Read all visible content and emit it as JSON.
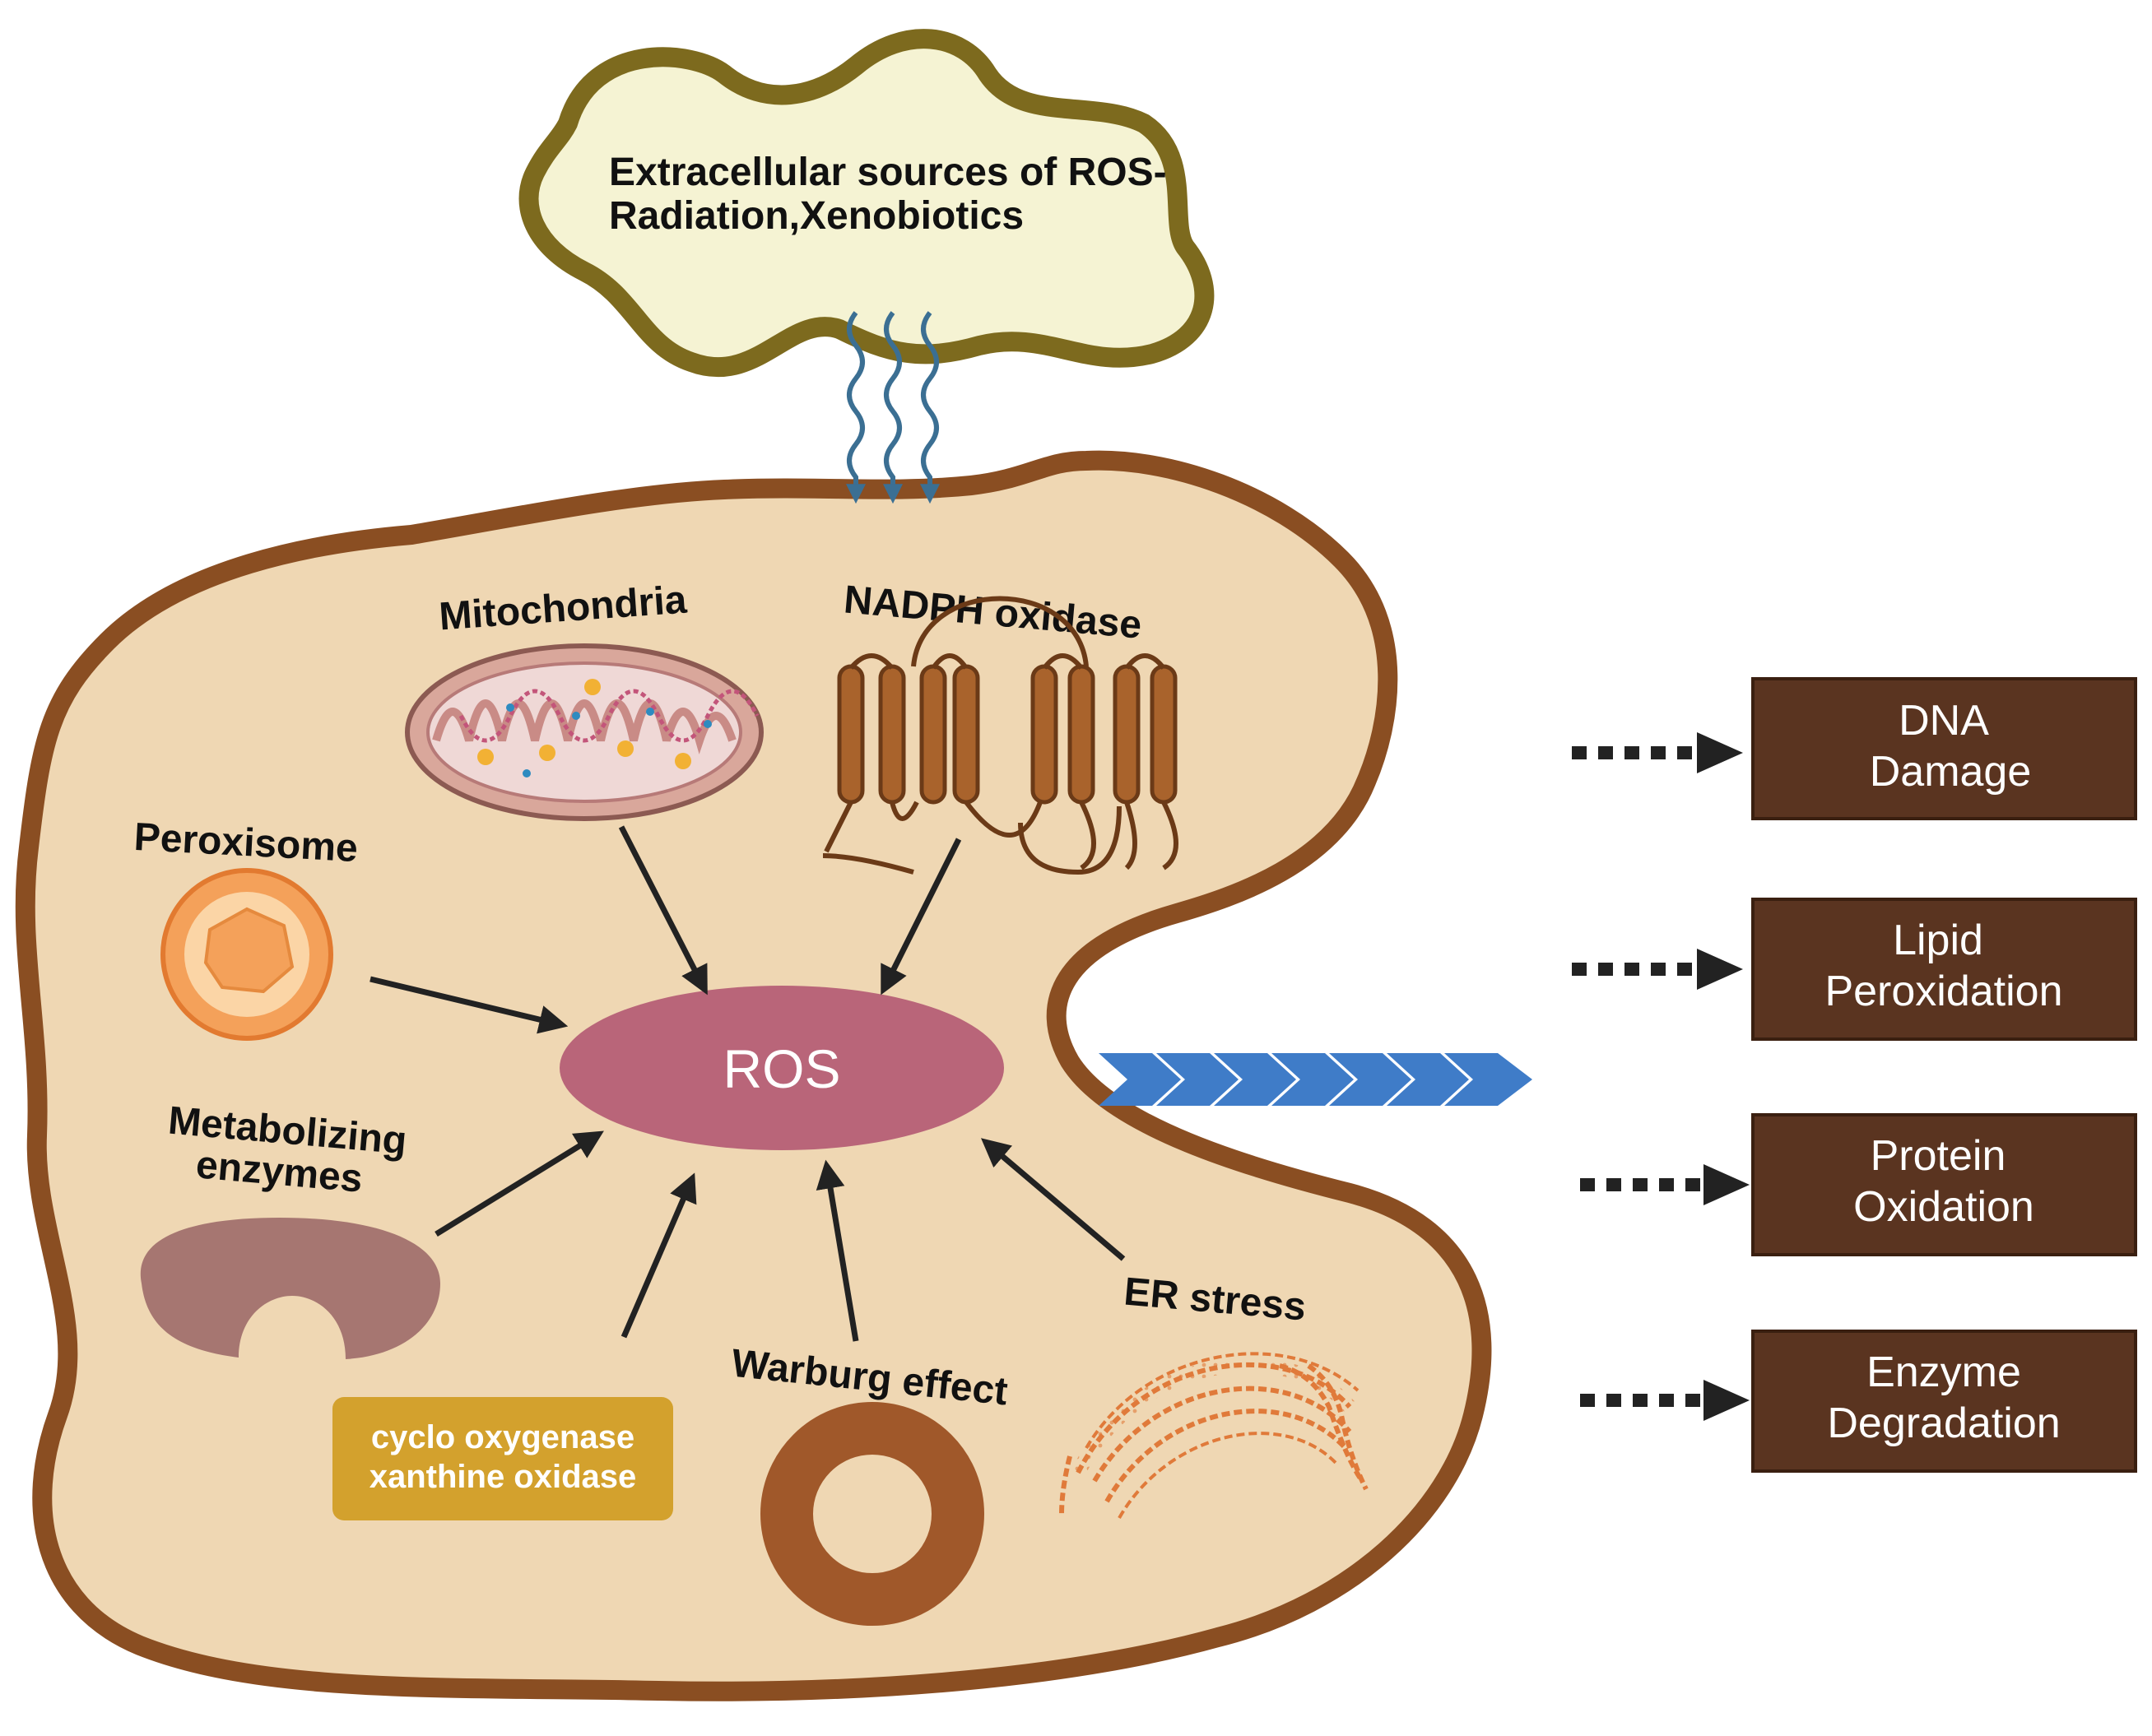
{
  "colors": {
    "cell_fill": "#EFD7B3",
    "cell_border": "#8A4E22",
    "cloud_fill": "#F5F3D3",
    "cloud_border": "#7D6A1E",
    "ros_fill": "#B96579",
    "outcome_box": "#5A3420",
    "chevron": "#3F7CC8",
    "radiation_wave": "#3B6F93",
    "arrow": "#222222",
    "yellow_box": "#D3A12D"
  },
  "cloud": {
    "line1": "Extracellular sources of ROS-",
    "line2": "Radiation,Xenobiotics"
  },
  "ros_label": "ROS",
  "sources": {
    "mitochondria": "Mitochondria",
    "nadph": "NADPH oxidase",
    "peroxisome": "Peroxisome",
    "metabolizing_line1": "Metabolizing",
    "metabolizing_line2": "enzymes",
    "cyclo_line1": "cyclo oxygenase",
    "cyclo_line2": "xanthine oxidase",
    "warburg": "Warburg effect",
    "er_stress": "ER stress"
  },
  "outcomes": [
    {
      "line1": "DNA",
      "line2": "Damage"
    },
    {
      "line1": "Lipid",
      "line2": "Peroxidation"
    },
    {
      "line1": "Protein",
      "line2": "Oxidation"
    },
    {
      "line1": "Enzyme",
      "line2": "Degradation"
    }
  ]
}
